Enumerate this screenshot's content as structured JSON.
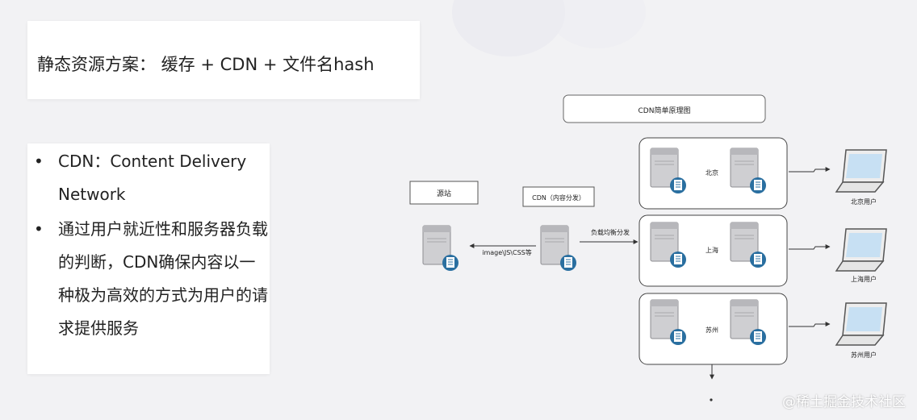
{
  "slide": {
    "title": "静态资源方案： 缓存 + CDN + 文件名hash",
    "bullets": [
      {
        "text": "CDN：Content Delivery Network"
      },
      {
        "text": "通过用户就近性和服务器负载的判断，CDN确保内容以一种极为高效的方式为用户的请求提供服务"
      }
    ]
  },
  "diagram": {
    "title": "CDN简单原理图",
    "origin_label": "源站",
    "cdn_label": "CDN（内容分发）",
    "arrow_origin_label": "image\\JS\\CSS等",
    "arrow_lb_label": "负载均衡分发",
    "regions": [
      {
        "city": "北京",
        "user": "北京用户"
      },
      {
        "city": "上海",
        "user": "上海用户"
      },
      {
        "city": "苏州",
        "user": "苏州用户"
      }
    ]
  },
  "watermark": "@稀土掘金技术社区",
  "colors": {
    "server": "#cfcfd2",
    "badge": "#2a6fa0",
    "laptop_screen": "#c7e0f3"
  }
}
